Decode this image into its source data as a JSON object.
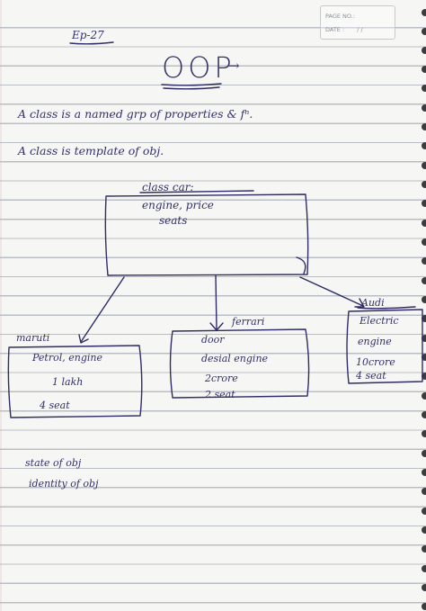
{
  "header": {
    "page_no_label": "PAGE NO.:",
    "date_label": "DATE :",
    "date_value": "/ /"
  },
  "notes": {
    "episode": "Ep-27",
    "title": "OOP",
    "title_arrow": "→",
    "definition_1": "A class is a named grp of properties & fⁿ.",
    "definition_2": "A class is template of obj."
  },
  "diagram": {
    "class_box": {
      "title": "class car:",
      "line1": "engine, price",
      "line2": "seats"
    },
    "objects": [
      {
        "label": "maruti",
        "lines": [
          "Petrol, engine",
          "1 lakh",
          "4 seat"
        ]
      },
      {
        "label": "ferrari",
        "lines": [
          "door",
          "desial engine",
          "2crore",
          "2 seat"
        ]
      },
      {
        "label": "Audi",
        "lines": [
          "Electric",
          "engine",
          "10crore",
          "4 seat"
        ]
      }
    ]
  },
  "footer_notes": {
    "line1": "state of obj",
    "line2": "identity of obj"
  },
  "colors": {
    "ink": "#33306a",
    "paper": "#f6f6f4",
    "rule_line": "#b9bdc4"
  }
}
